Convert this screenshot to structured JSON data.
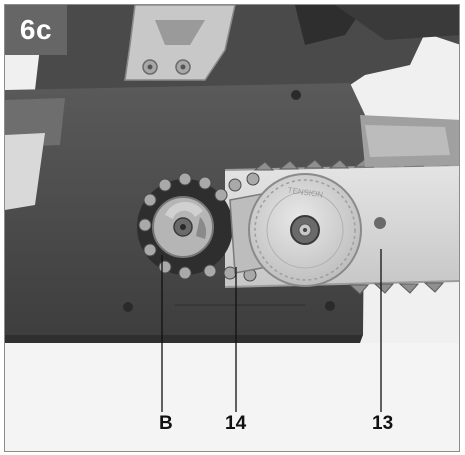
{
  "figure": {
    "step_label": "6c",
    "callouts": [
      {
        "key": "B",
        "text": "B"
      },
      {
        "key": "14",
        "text": "14"
      },
      {
        "key": "13",
        "text": "13"
      }
    ]
  }
}
